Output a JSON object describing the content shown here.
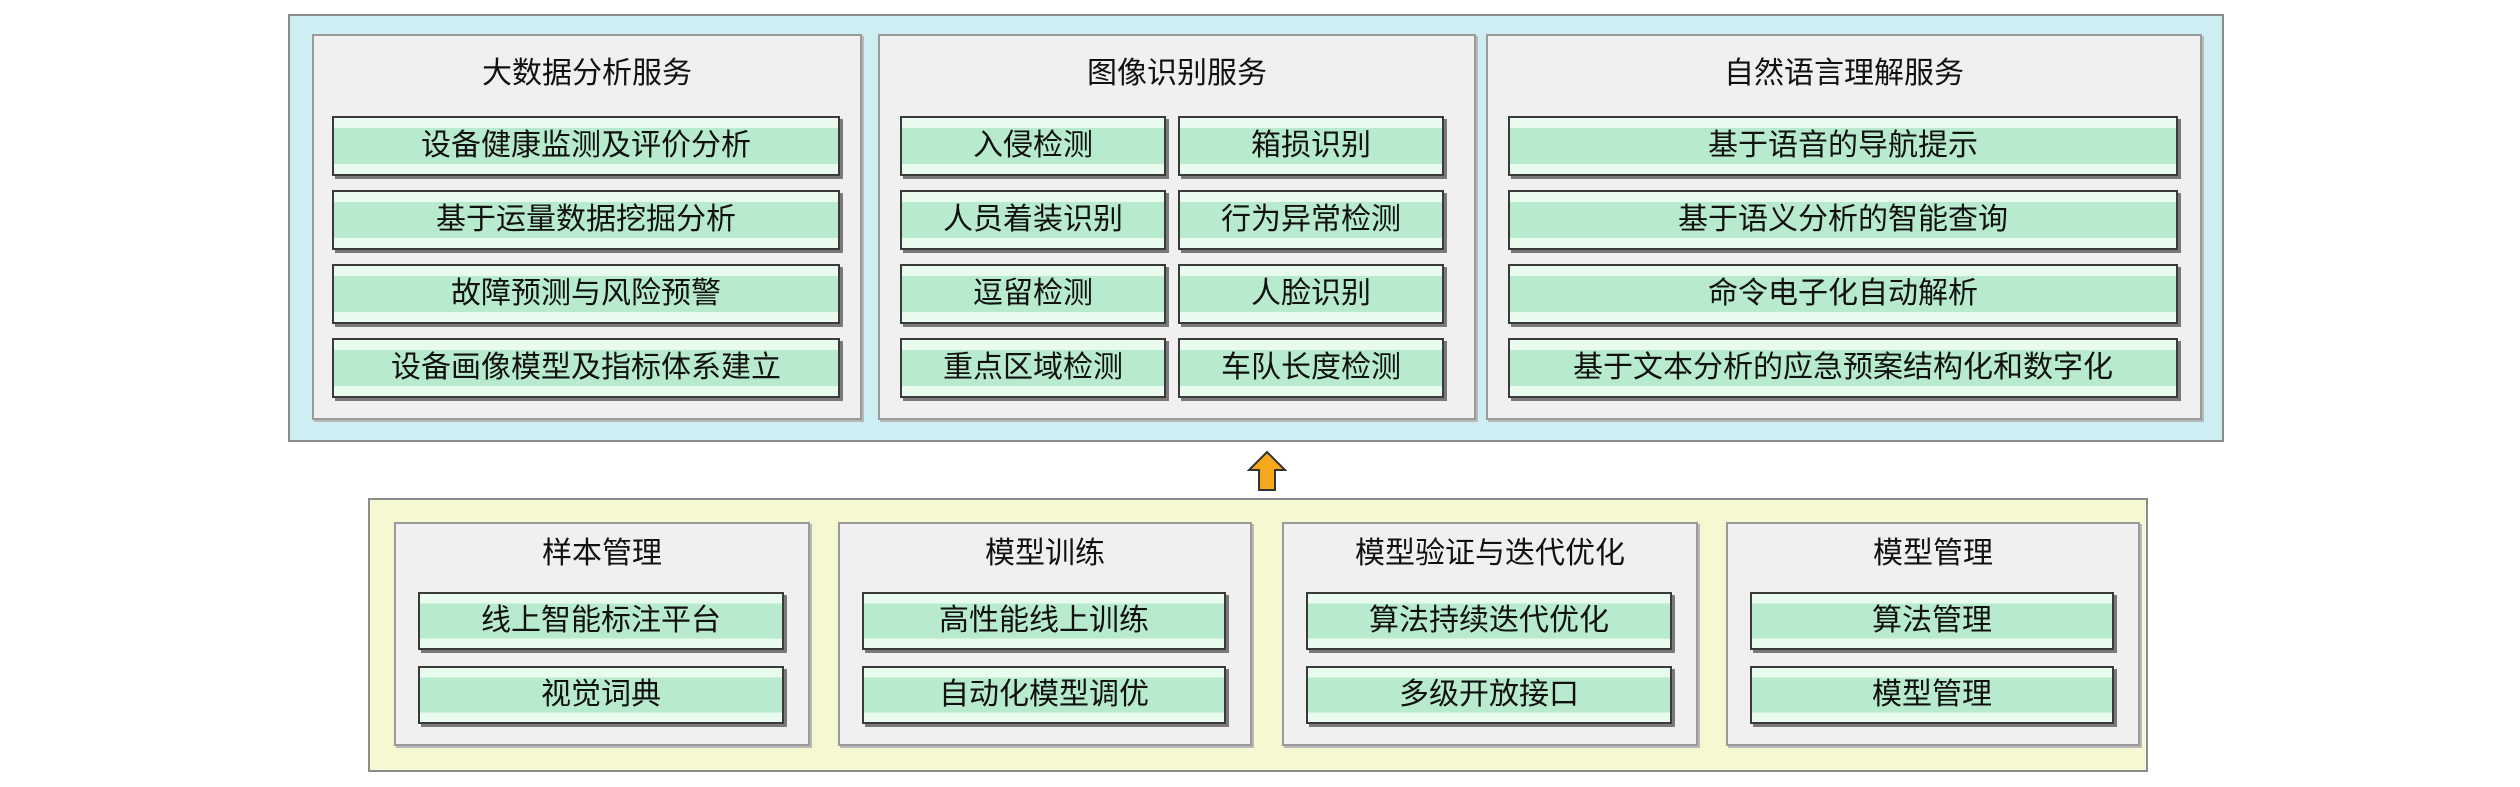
{
  "top_services": [
    {
      "title": "大数据分析服务",
      "items": [
        "设备健康监测及评价分析",
        "基于运量数据挖掘分析",
        "故障预测与风险预警",
        "设备画像模型及指标体系建立"
      ]
    },
    {
      "title": "图像识别服务",
      "items": [
        "入侵检测",
        "箱损识别",
        "人员着装识别",
        "行为异常检测",
        "逗留检测",
        "人脸识别",
        "重点区域检测",
        "车队长度检测"
      ]
    },
    {
      "title": "自然语言理解服务",
      "items": [
        "基于语音的导航提示",
        "基于语义分析的智能查询",
        "命令电子化自动解析",
        "基于文本分析的应急预案结构化和数字化"
      ]
    }
  ],
  "bottom_modules": [
    {
      "title": "样本管理",
      "items": [
        "线上智能标注平台",
        "视觉词典"
      ]
    },
    {
      "title": "模型训练",
      "items": [
        "高性能线上训练",
        "自动化模型调优"
      ]
    },
    {
      "title": "模型验证与迭代优化",
      "items": [
        "算法持续迭代优化",
        "多级开放接口"
      ]
    },
    {
      "title": "模型管理",
      "items": [
        "算法管理",
        "模型管理"
      ]
    }
  ],
  "colors": {
    "top_panel_bg": "#cdeef2",
    "bottom_panel_bg": "#f6f8d2",
    "item_fill": "#b8ebcd",
    "arrow_fill": "#f5a81c"
  }
}
